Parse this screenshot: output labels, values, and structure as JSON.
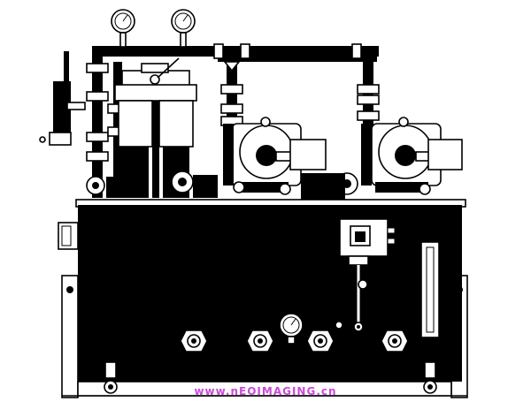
{
  "watermark": {
    "text": "www.nEOIMAGING.cn",
    "color": "#c94bd8"
  },
  "colors": {
    "ink": "#000000",
    "paper": "#ffffff"
  },
  "components": {
    "pressure_gauges": 3,
    "motor_pump_units": 2,
    "filters": 1,
    "level_gauge": 1,
    "drain_valves": 2,
    "pipe_ports": 4
  }
}
